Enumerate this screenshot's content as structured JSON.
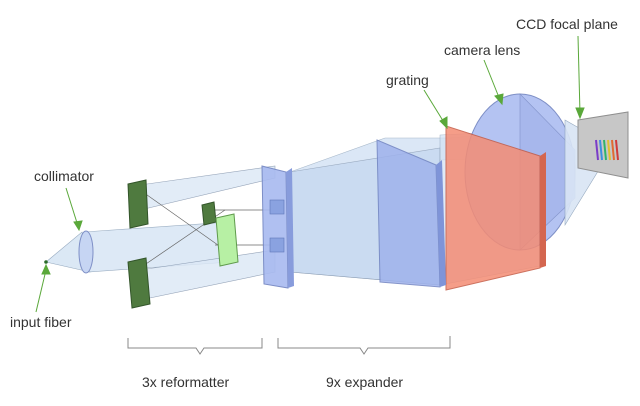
{
  "labels": {
    "ccd": "CCD focal plane",
    "camera_lens": "camera lens",
    "grating": "grating",
    "collimator": "collimator",
    "input_fiber": "input fiber",
    "reformatter": "3x reformatter",
    "expander": "9x expander"
  },
  "colors": {
    "beam": "#c8daf0",
    "optic_blue": "#a9bbef",
    "grating": "#f7836c",
    "mirror_dark": "#4f7a3f",
    "mirror_light": "#b7f0a4",
    "leader": "#5aa83a",
    "bracket": "#888888"
  },
  "ccd_spectrum_colors": [
    "#7a3cc8",
    "#3d8fe0",
    "#2fb36a",
    "#e0c030",
    "#e06a30",
    "#d03a3a"
  ]
}
